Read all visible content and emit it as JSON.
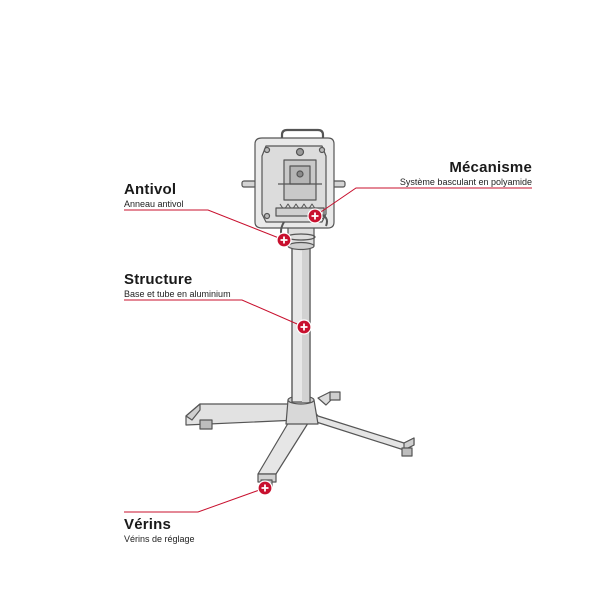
{
  "colors": {
    "accent": "#c8102e",
    "metal": "#e3e3e3",
    "metal_dark": "#9a9a9a",
    "outline": "#555555"
  },
  "features": {
    "antivol": {
      "title": "Antivol",
      "subtitle": "Anneau antivol"
    },
    "structure": {
      "title": "Structure",
      "subtitle": "Base et tube en aluminium"
    },
    "mecanisme": {
      "title": "Mécanisme",
      "subtitle": "Système basculant en polyamide"
    },
    "verins": {
      "title": "Vérins",
      "subtitle": "Vérins de réglage"
    }
  },
  "marker_icon": "plus-circle-icon"
}
